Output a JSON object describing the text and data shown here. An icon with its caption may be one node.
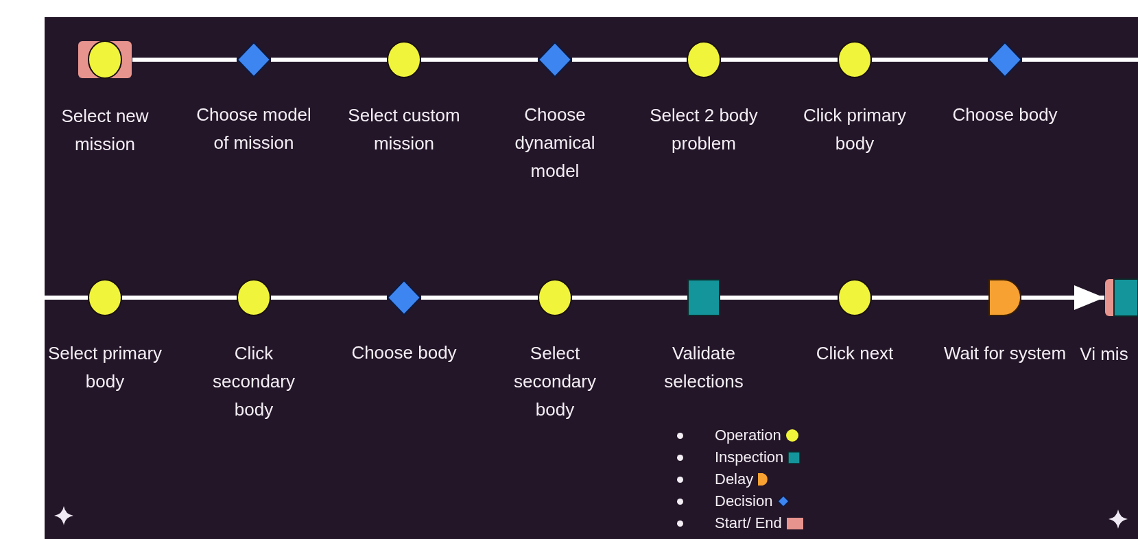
{
  "diagram": {
    "nodes": [
      {
        "text": [
          "Select new mission"
        ]
      },
      {
        "text": [
          "Choose model of mission"
        ]
      },
      {
        "text": [
          "Select custom mission"
        ]
      },
      {
        "text": [
          "Choose dynamical model"
        ]
      },
      {
        "text": [
          "Select 2 body problem"
        ]
      },
      {
        "text": [
          "Click primary body"
        ]
      },
      {
        "text": [
          "Choose body"
        ]
      },
      {
        "text": [
          "Select primary body"
        ]
      },
      {
        "text": [
          "Click secondary body"
        ]
      },
      {
        "text": [
          "Choose body"
        ]
      },
      {
        "text": [
          "Select secondary body"
        ]
      },
      {
        "text": [
          "Validate selections"
        ]
      },
      {
        "text": [
          "Click next"
        ]
      },
      {
        "text": [
          "Wait for system"
        ]
      },
      {
        "text": [
          "Vi mis"
        ]
      }
    ],
    "edges": [
      {
        "from": 0,
        "to": 1,
        "arrow": "none"
      },
      {
        "from": 1,
        "to": 2,
        "arrow": "none"
      },
      {
        "from": 2,
        "to": 3,
        "arrow": "none"
      },
      {
        "from": 3,
        "to": 4,
        "arrow": "none"
      },
      {
        "from": 4,
        "to": 5,
        "arrow": "none"
      },
      {
        "from": 5,
        "to": 6,
        "arrow": "none"
      },
      {
        "from": 6,
        "to": null,
        "arrow": "none"
      },
      {
        "from": null,
        "to": 7,
        "arrow": "none"
      },
      {
        "from": 7,
        "to": 8,
        "arrow": "none"
      },
      {
        "from": 8,
        "to": 9,
        "arrow": "none"
      },
      {
        "from": 9,
        "to": 10,
        "arrow": "none"
      },
      {
        "from": 10,
        "to": 11,
        "arrow": "none"
      },
      {
        "from": 11,
        "to": 12,
        "arrow": "none"
      },
      {
        "from": 12,
        "to": 13,
        "arrow": "none"
      },
      {
        "from": 13,
        "to": 14,
        "arrow": "to"
      }
    ],
    "legend": [
      {
        "text": "Operation",
        "color": "#f0f53c"
      },
      {
        "text": "Inspection",
        "color": "#14959c"
      },
      {
        "text": "Delay",
        "color": "#f7a133"
      },
      {
        "text": "Decision",
        "color": "#3d86f2"
      },
      {
        "text": "Start/ End",
        "color": "#e8948e"
      }
    ]
  }
}
